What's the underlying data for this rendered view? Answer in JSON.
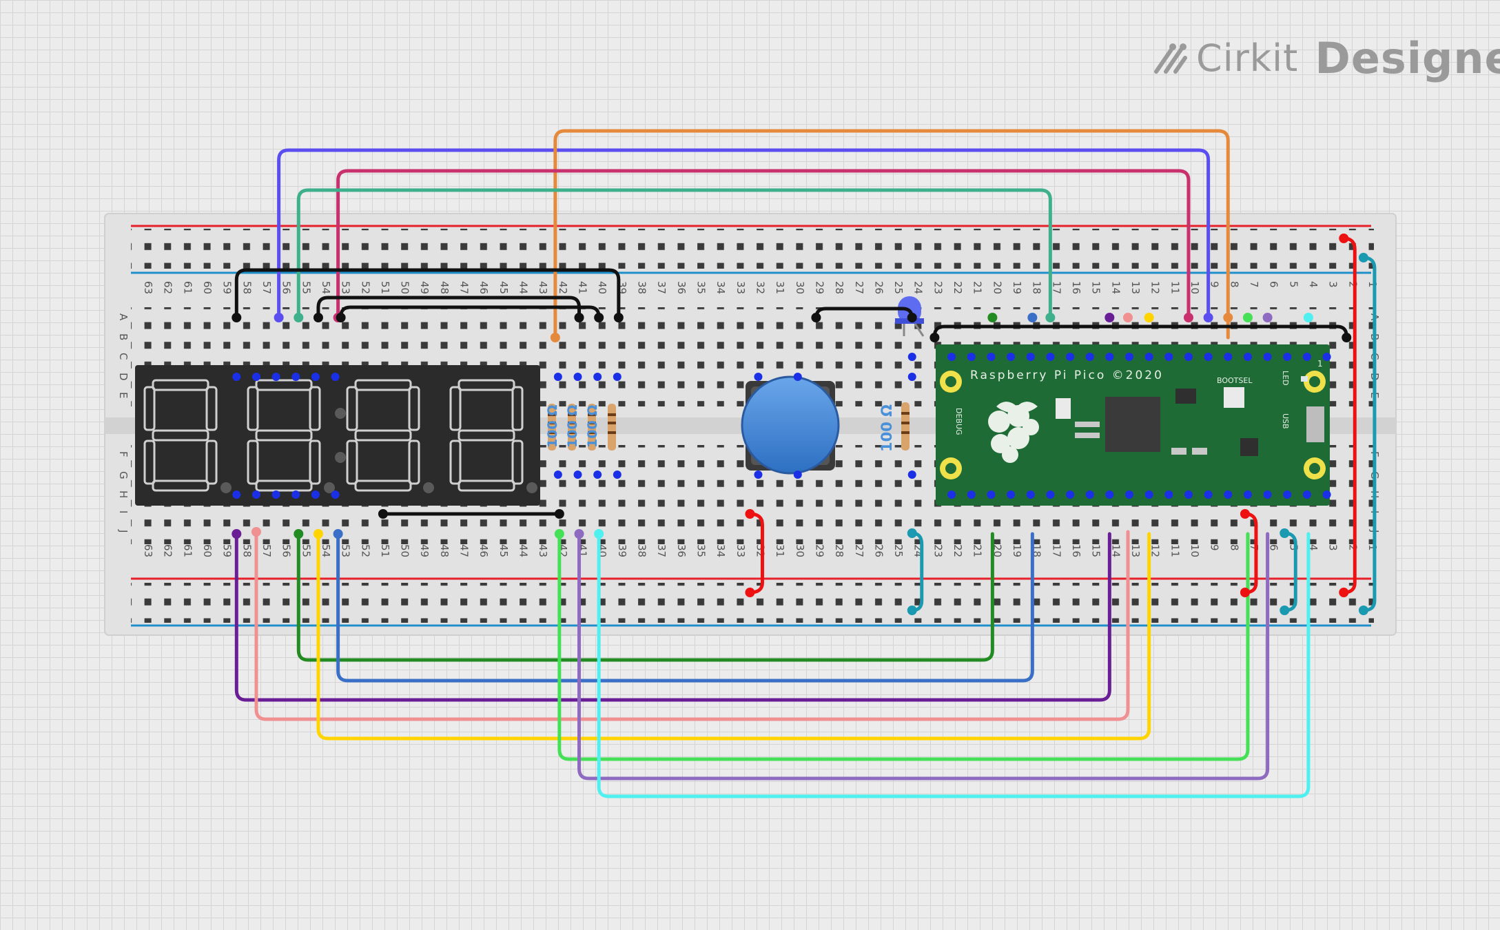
{
  "brand": {
    "name": "Cirkit",
    "product": "Designer"
  },
  "breadboard": {
    "columns": [
      "63",
      "62",
      "61",
      "60",
      "59",
      "58",
      "57",
      "56",
      "55",
      "54",
      "53",
      "52",
      "51",
      "50",
      "49",
      "48",
      "47",
      "46",
      "45",
      "44",
      "43",
      "42",
      "41",
      "40",
      "39",
      "38",
      "37",
      "36",
      "35",
      "34",
      "33",
      "32",
      "31",
      "30",
      "29",
      "28",
      "27",
      "26",
      "25",
      "24",
      "23",
      "22",
      "21",
      "20",
      "19",
      "18",
      "17",
      "16",
      "15",
      "14",
      "13",
      "12",
      "11",
      "10",
      "9",
      "8",
      "7",
      "6",
      "5",
      "4",
      "3",
      "2",
      "1"
    ],
    "rows_top": [
      "A",
      "B",
      "C",
      "D",
      "E"
    ],
    "rows_bottom": [
      "F",
      "G",
      "H",
      "I",
      "J"
    ]
  },
  "components": {
    "resistor_labels": [
      "100 Ω",
      "100 Ω",
      "100 Ω"
    ],
    "led_resistor_label": "100 Ω",
    "pico": {
      "title": "Raspberry Pi Pico ©2020",
      "debug": "DEBUG",
      "bootsel": "BOOTSEL",
      "led": "LED",
      "usb": "USB",
      "pin1": "1"
    }
  },
  "colors": {
    "rail_red": "#e8202a",
    "rail_blue": "#1e8fc8",
    "pad_blue": "#1a2fe6",
    "button_blue": "#3f86d8",
    "pico_green": "#1e6b35",
    "display_body": "#2b2b2b"
  },
  "wires": [
    {
      "name": "blue-wire",
      "color": "#5a4ef0"
    },
    {
      "name": "orange-wire",
      "color": "#e58a3c"
    },
    {
      "name": "magenta-wire",
      "color": "#c8306e"
    },
    {
      "name": "teal-wire",
      "color": "#3fb08c"
    },
    {
      "name": "dark-green-wire",
      "color": "#228b22"
    },
    {
      "name": "steel-blue-wire",
      "color": "#3a6fc8"
    },
    {
      "name": "purple-wire",
      "color": "#6a1e96"
    },
    {
      "name": "pink-wire",
      "color": "#f09090"
    },
    {
      "name": "yellow-wire",
      "color": "#ffd400"
    },
    {
      "name": "light-green-wire",
      "color": "#45e055"
    },
    {
      "name": "lavender-wire",
      "color": "#8e6ac0"
    },
    {
      "name": "cyan-wire",
      "color": "#50f0f0"
    },
    {
      "name": "black-wire",
      "color": "#111111"
    },
    {
      "name": "red-wire",
      "color": "#ee1111"
    },
    {
      "name": "rail-teal-wire",
      "color": "#1a9ab0"
    }
  ]
}
